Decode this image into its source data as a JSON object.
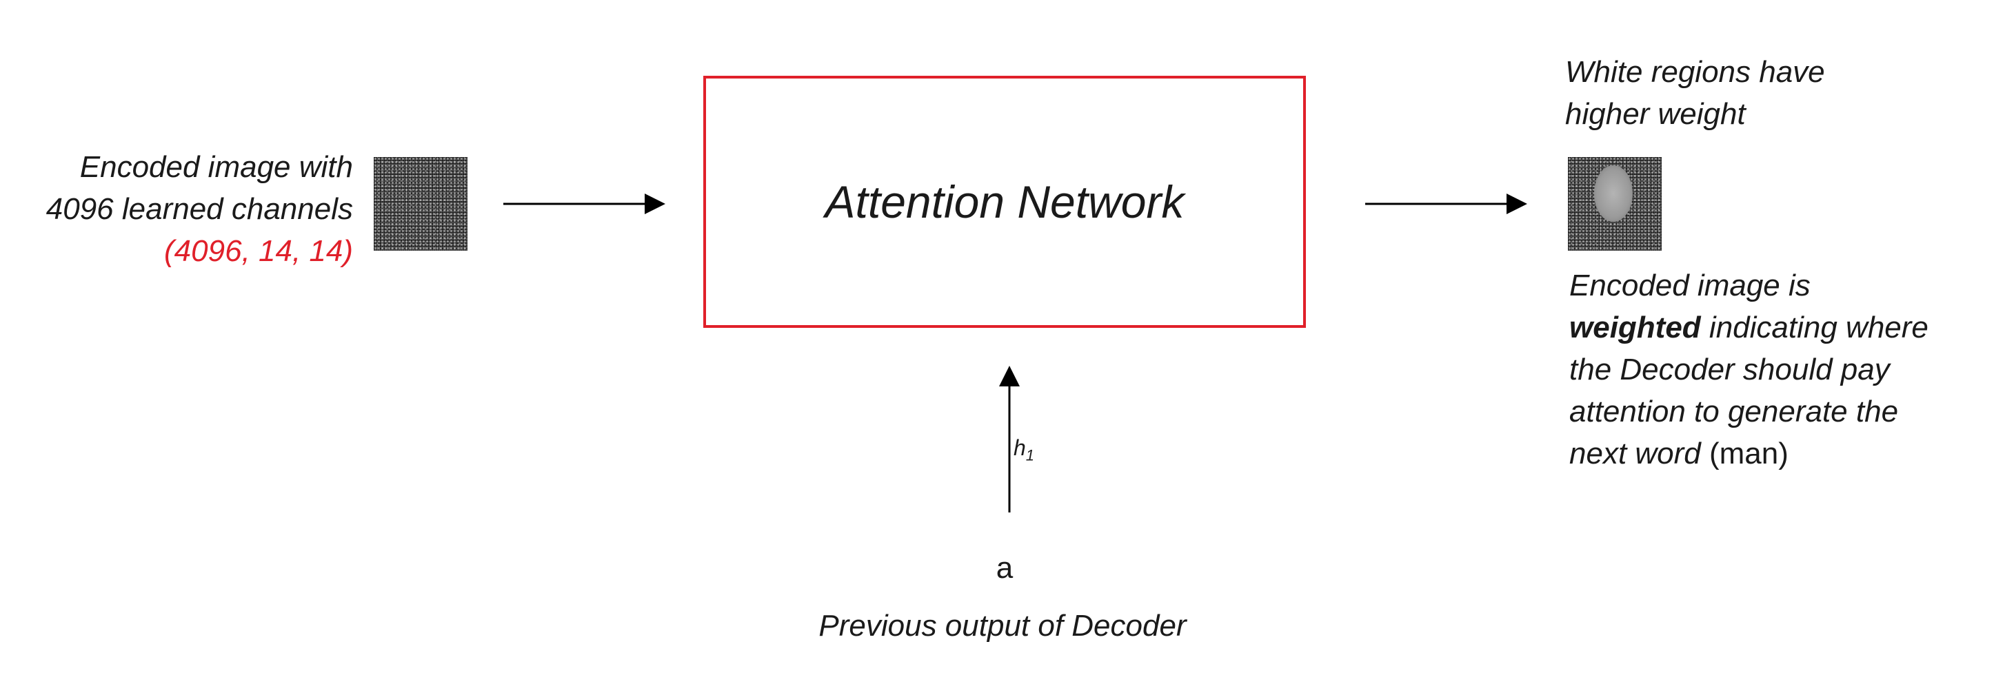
{
  "input": {
    "label_line1": "Encoded image with",
    "label_line2": "4096 learned channels",
    "shape": "(4096, 14, 14)"
  },
  "attention_network": {
    "title": "Attention Network"
  },
  "hidden_state": {
    "label": "h",
    "subscript": "1"
  },
  "token": {
    "label": "a"
  },
  "decoder": {
    "label": "Previous output of Decoder"
  },
  "output": {
    "note_line1": "White regions have",
    "note_line2": "higher weight",
    "desc_line1": "Encoded image is",
    "desc_bold": "weighted",
    "desc_line2_rest": " indicating where",
    "desc_line3": "the Decoder should pay",
    "desc_line4": "attention to generate the",
    "desc_line5_italic": "next word",
    "desc_line5_rest": " (man)"
  },
  "colors": {
    "accent_red": "#e0202a",
    "text": "#1a1a1a",
    "arrow": "#000000"
  }
}
